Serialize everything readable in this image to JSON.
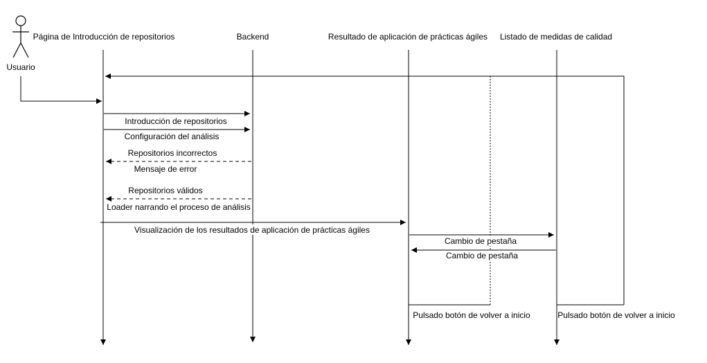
{
  "actor": {
    "name": "Usuario"
  },
  "lifelines": {
    "intro": "Página de Introducción de repositorios",
    "backend": "Backend",
    "results": "Resultado de aplicación de prácticas ágiles",
    "quality": "Listado de medidas de calidad"
  },
  "messages": {
    "intro_repos": "Introducción de repositorios",
    "config": "Configuración del análisis",
    "repos_bad": "Repositorios incorrectos",
    "error_msg": "Mensaje de error",
    "repos_ok": "Repositorios válidos",
    "loader": "Loader narrando el proceso de análisis",
    "visualization": "Visualización de los resultados de aplicación de prácticas ágiles",
    "tab_change_1": "Cambio de pestaña",
    "tab_change_2": "Cambio de pestaña",
    "back_results": "Pulsado botón de volver a inicio",
    "back_quality": "Pulsado botón de volver a inicio"
  }
}
